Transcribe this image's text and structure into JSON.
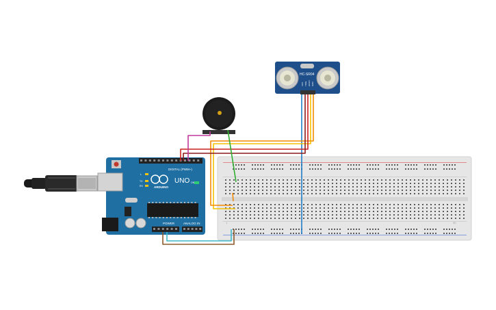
{
  "sensor": {
    "model_label": "HC-SR04",
    "pins": [
      "VCC",
      "TRIG",
      "ECHO",
      "GND"
    ]
  },
  "arduino": {
    "brand_label": "ARDUINO",
    "model_label": "UNO",
    "digital_label": "DIGITAL (PWM~)",
    "power_label": "POWER",
    "analog_label": "ANALOG IN",
    "led_labels": [
      "L",
      "TX",
      "RX"
    ],
    "on_label": "ON"
  },
  "breadboard": {
    "edge_number_left": "1",
    "edge_number_right": "30"
  },
  "colors": {
    "arduino_board": "#1f6fa3",
    "sensor_board": "#1e4f8a",
    "breadboard": "#e8e8e8",
    "buzzer": "#1c1c1c",
    "wire_red": "#cc1f1f",
    "wire_darkred": "#8b1a1a",
    "wire_yellow": "#f2c200",
    "wire_orange": "#f08a00",
    "wire_green": "#2fae2f",
    "wire_blue": "#1d7ec8",
    "wire_magenta": "#c0399b",
    "wire_brown": "#8a5a2b",
    "wire_cyan": "#3cb8c8"
  }
}
